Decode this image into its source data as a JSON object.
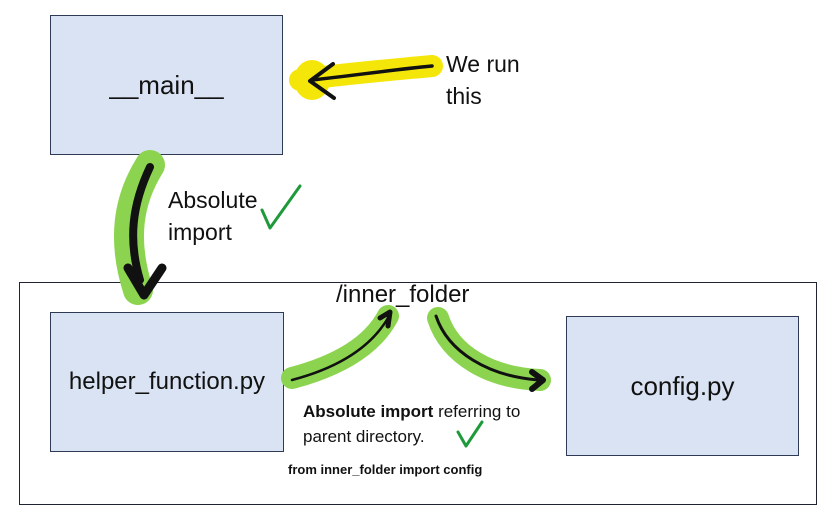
{
  "nodes": {
    "main": "__main__",
    "helper": "helper_function.py",
    "config": "config.py"
  },
  "folder": {
    "label": "/inner_folder"
  },
  "annotations": {
    "we_run_line1": "We run",
    "we_run_line2": "this",
    "absolute_line1": "Absolute",
    "absolute_line2": "import",
    "parent_bold": "Absolute import",
    "parent_rest": " referring to parent directory.",
    "code": "from inner_folder import config"
  },
  "colors": {
    "box_fill": "#dae3f3",
    "highlight_green": "#8cd450",
    "highlight_yellow": "#f5e60a",
    "check_green": "#1e9a3a"
  }
}
